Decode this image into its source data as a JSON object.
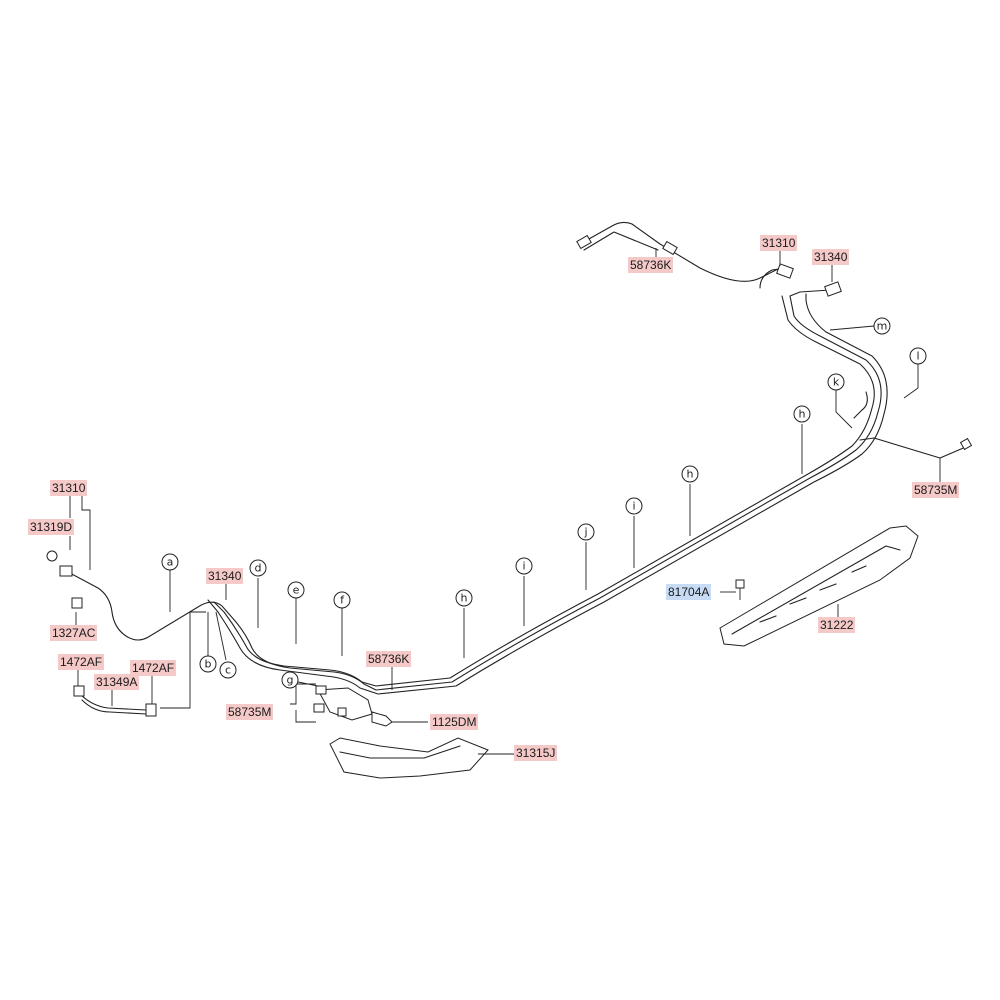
{
  "colors": {
    "part_highlight": "#f6c9c9",
    "selected_highlight": "#c7dcf4",
    "line": "#222222"
  },
  "parts": {
    "p31310_a": "31310",
    "p31319d": "31319D",
    "p1327ac": "1327AC",
    "p1472af_a": "1472AF",
    "p1472af_b": "1472AF",
    "p31349a": "31349A",
    "p31340_a": "31340",
    "p58736k_a": "58736K",
    "p58735m_a": "58735M",
    "p1125dm": "1125DM",
    "p31315j": "31315J",
    "p81704a": "81704A",
    "p31222": "31222",
    "p58736k_b": "58736K",
    "p31310_b": "31310",
    "p31340_b": "31340",
    "p58735m_b": "58735M"
  },
  "callouts": {
    "a": "a",
    "b": "b",
    "c": "c",
    "d": "d",
    "e": "e",
    "f": "f",
    "g": "g",
    "h1": "h",
    "h2": "h",
    "h3": "h",
    "i1": "i",
    "i2": "i",
    "j": "j",
    "k": "k",
    "l": "l",
    "m": "m"
  }
}
